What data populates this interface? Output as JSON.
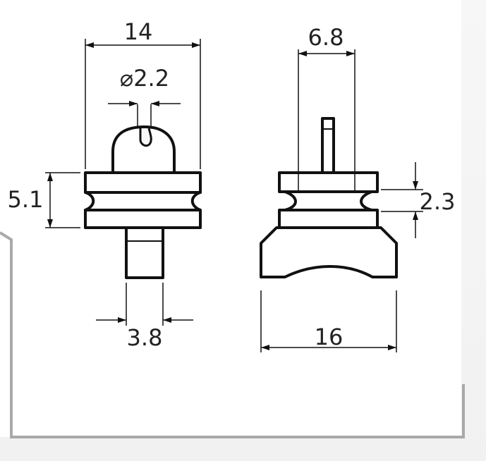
{
  "drawing": {
    "dimensions": {
      "overall_width_left": "14",
      "hole_diameter": "⌀2.2",
      "collar_height": "5.1",
      "stem_width": "3.8",
      "pin_spacing": "6.8",
      "groove_height": "2.3",
      "base_width": "16"
    }
  }
}
